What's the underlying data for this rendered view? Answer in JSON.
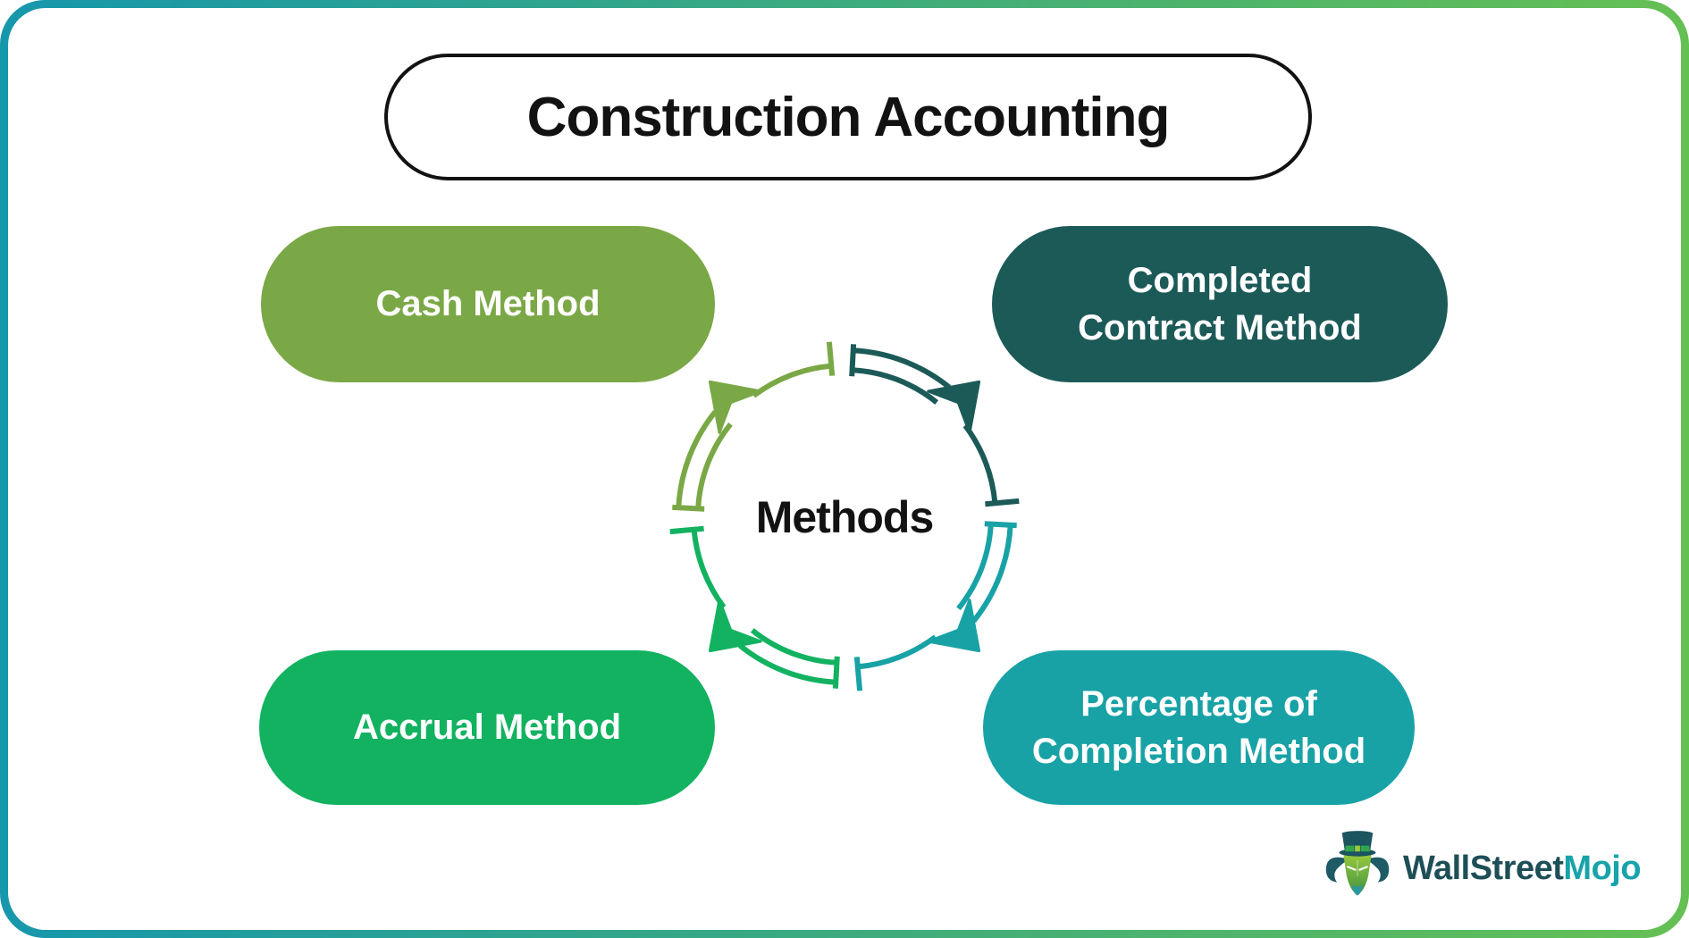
{
  "title": "Construction Accounting",
  "center_label": "Methods",
  "methods": [
    {
      "label": "Cash Method",
      "color": "#7BA846",
      "position": "top-left"
    },
    {
      "label": "Completed Contract Method",
      "color": "#1C5A58",
      "position": "top-right"
    },
    {
      "label": "Accrual Method",
      "color": "#12B260",
      "position": "bottom-left"
    },
    {
      "label": "Percentage of Completion Method",
      "color": "#18A2A6",
      "position": "bottom-right"
    }
  ],
  "logo": {
    "icon": "bull-mascot-icon",
    "brand_primary": "WallStreet",
    "brand_secondary": "Mojo",
    "primary_color": "#1E4F57",
    "secondary_color": "#17A3AA"
  },
  "frame": {
    "border_gradient_start": "#1697AC",
    "border_gradient_end": "#65C053",
    "background": "#FFFFFF",
    "title_border_color": "#121212",
    "text_color": "#121212",
    "pill_text_color": "#FFFFFF"
  }
}
